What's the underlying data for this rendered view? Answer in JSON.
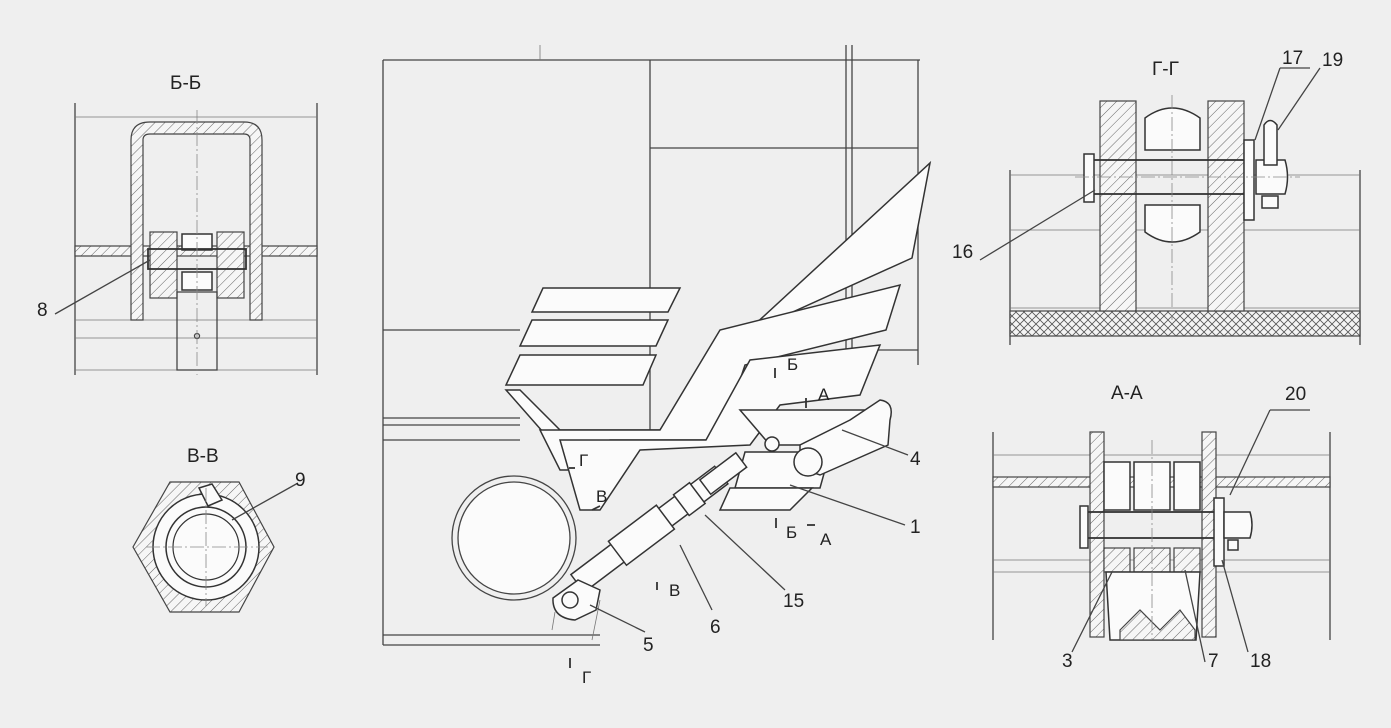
{
  "views": {
    "bb": {
      "title": "Б-Б",
      "callout": "8"
    },
    "vv": {
      "title": "В-В",
      "callout": "9"
    },
    "gg": {
      "title": "Г-Г",
      "callouts": [
        "17",
        "19",
        "16"
      ]
    },
    "aa": {
      "title": "А-А",
      "callouts": [
        "20",
        "3",
        "7",
        "18"
      ]
    }
  },
  "main": {
    "callouts": [
      "4",
      "1",
      "15",
      "6",
      "5"
    ],
    "section_marks": [
      "Б",
      "А",
      "Г",
      "В",
      "Б",
      "А",
      "В",
      "Г"
    ]
  }
}
